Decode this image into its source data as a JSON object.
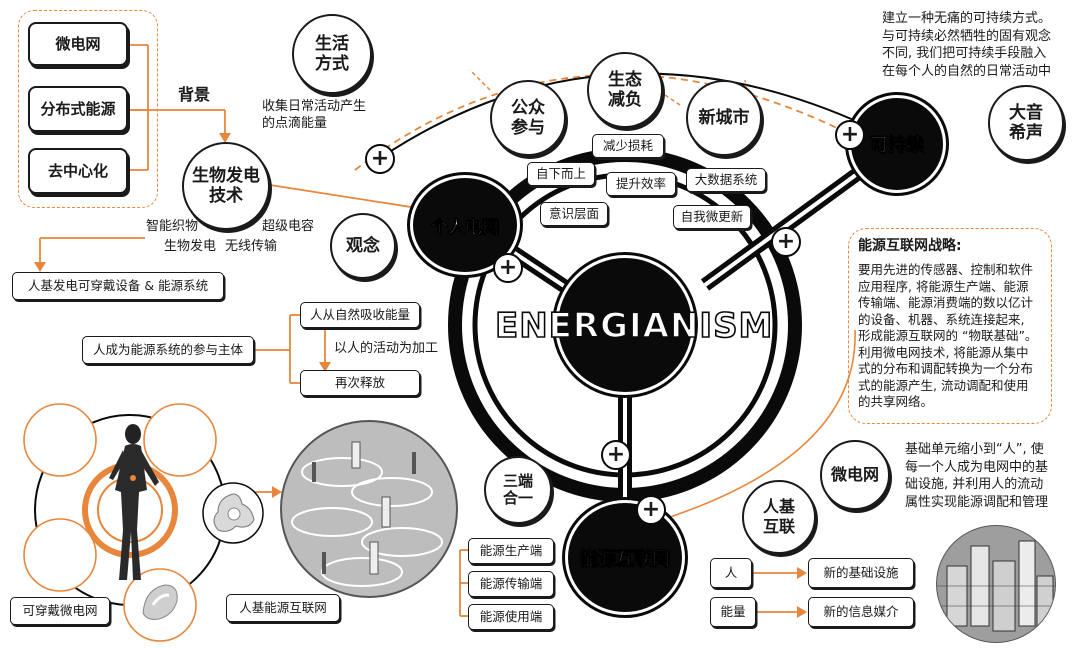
{
  "center_title": "ENERGIANISM",
  "hubs": {
    "personal_grid": "个人电网",
    "sustainable": "可持续",
    "energy_internet": "能源互联网"
  },
  "bubbles": {
    "lifestyle": "生活\n方式",
    "public_participation": "公众\n参与",
    "eco_reduction": "生态\n减负",
    "new_city": "新城市",
    "big_sound": "大音\n希声",
    "bio_power": "生物发电\n技术",
    "concept": "观念",
    "three_in_one": "三端\n合一",
    "human_based_interconnect": "人基\n互联",
    "microgrid_bubble": "微电网"
  },
  "labels": {
    "background": "背景",
    "collect_energy": "收集日常活动产生\n的点滴能量",
    "smart_fabric": "智能织物",
    "supercapacitor": "超级电容",
    "bio_power_small": "生物发电",
    "wireless_transfer": "无线传输",
    "wearable_system": "人基发电可穿戴设备 & 能源系统",
    "human_participant": "人成为能源系统的参与主体",
    "absorb_energy": "人从自然吸收能量",
    "process_by_activity": "以人的活动为加工",
    "release_again": "再次释放",
    "bottom_up": "自下而上",
    "awareness": "意识层面",
    "reduce_loss": "减少损耗",
    "improve_efficiency": "提升效率",
    "big_data": "大数据系统",
    "self_renewal": "自我微更新",
    "sustain_text": "建立一种无痛的可持续方式。\n与可持续必然牺牲的固有观念\n不同, 我们把可持续手段融入\n在每个人的自然的日常活动中",
    "unit_text": "基础单元缩小到“人”, 使\n每一个人成为电网中的基\n础设施, 并利用人的流动\n属性实现能源调配和管理",
    "production_end": "能源生产端",
    "transmission_end": "能源传输端",
    "consumption_end": "能源使用端",
    "person": "人",
    "energy": "能量",
    "new_infrastructure": "新的基础设施",
    "new_info_media": "新的信息媒介",
    "wearable_microgrid": "可穿戴微电网",
    "human_energy_internet": "人基能源互联网"
  },
  "left_panel": {
    "microgrid": "微电网",
    "distributed_energy": "分布式能源",
    "decentralize": "去中心化"
  },
  "strategy": {
    "title": "能源互联网战略:",
    "body": "要用先进的传感器、控制和软件\n应用程序, 将能源生产端、能源\n传输端、能源消费端的数以亿计\n的设备、机器、系统连接起来,\n形成能源互联网的 “物联基础”。\n利用微电网技术, 将能源从集中\n式的分布和调配转换为一个分布\n式的能源产生, 流动调配和使用\n的共享网络。"
  },
  "plus_symbol": "+",
  "colors": {
    "accent": "#e8863c",
    "ink": "#0a0a0a"
  }
}
